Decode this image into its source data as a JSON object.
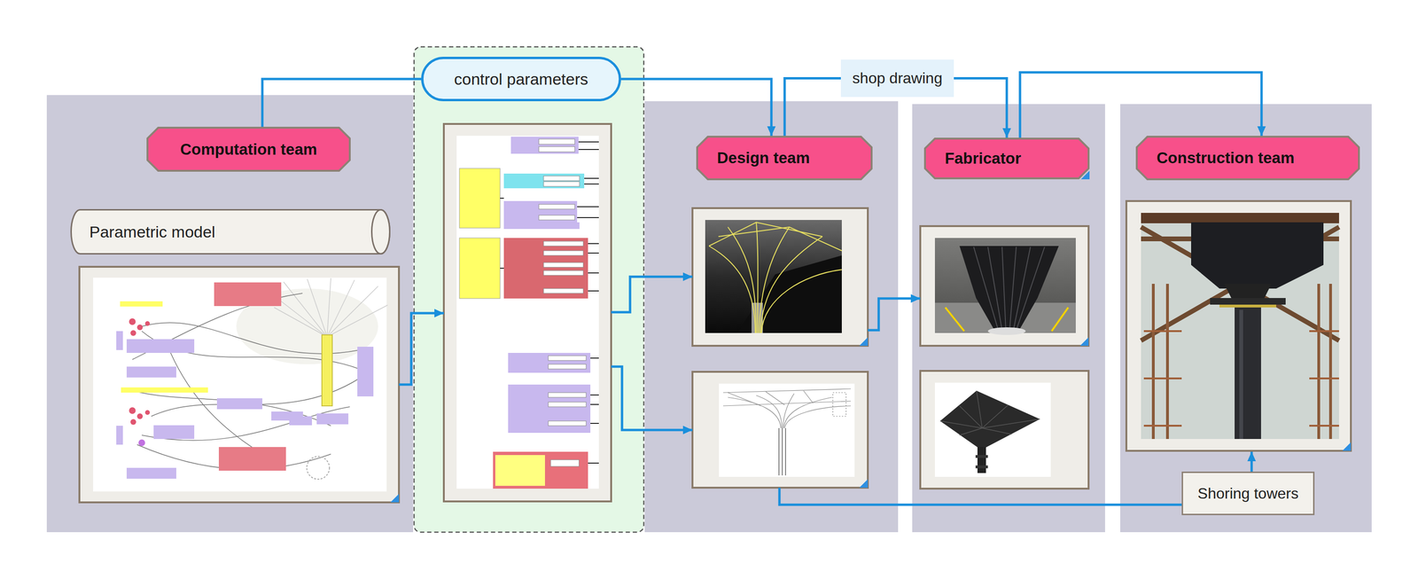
{
  "diagram": {
    "nodes": [
      {
        "text": [
          "Computation team"
        ]
      },
      {
        "text": [
          "Parametric model"
        ]
      },
      {
        "text": [
          "control parameters"
        ]
      },
      {
        "text": [
          "shop drawing"
        ]
      },
      {
        "text": [
          "Design team"
        ]
      },
      {
        "text": [
          "Fabricator"
        ]
      },
      {
        "text": [
          "Construction team"
        ]
      },
      {
        "text": [
          "Shoring towers"
        ]
      }
    ],
    "edges": [
      {
        "from": 2,
        "to": 0,
        "arrow": "none"
      },
      {
        "from": 2,
        "to": 4,
        "arrow": "to"
      },
      {
        "from": 4,
        "to": 3,
        "arrow": "none"
      },
      {
        "from": 3,
        "to": 5,
        "arrow": "to"
      },
      {
        "from": 5,
        "to": 6,
        "arrow": "to"
      }
    ]
  }
}
